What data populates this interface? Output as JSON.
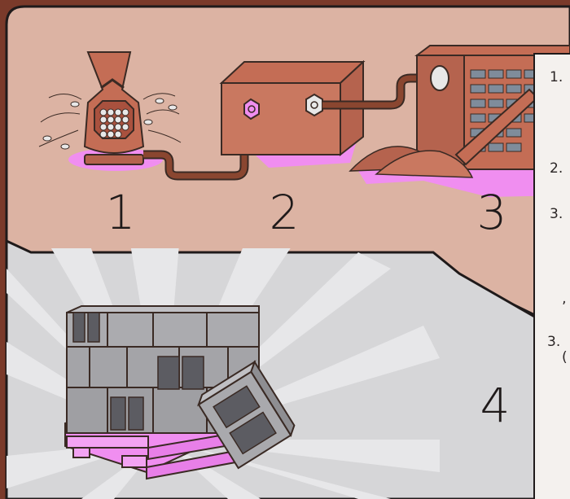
{
  "steps": {
    "one": "1",
    "two": "2",
    "three": "3",
    "four": "4"
  },
  "side_panel": {
    "items": [
      "1.",
      "2.",
      "3.",
      "3."
    ]
  },
  "colors": {
    "frame": "#7a3a2a",
    "top_bg": "#dcb3a3",
    "bottom_bg": "#d6d6d8",
    "accent_pink": "#f08ef0",
    "brick": "#b5634e",
    "pipe": "#7a3a28",
    "block_gray": "#a9a9ad",
    "panel": "#f4f1ee"
  },
  "icons": [
    "kiln-icon",
    "pipe-icon",
    "curing-chamber-icon",
    "block-press-icon",
    "pallet-icon",
    "cinder-block-icon"
  ]
}
